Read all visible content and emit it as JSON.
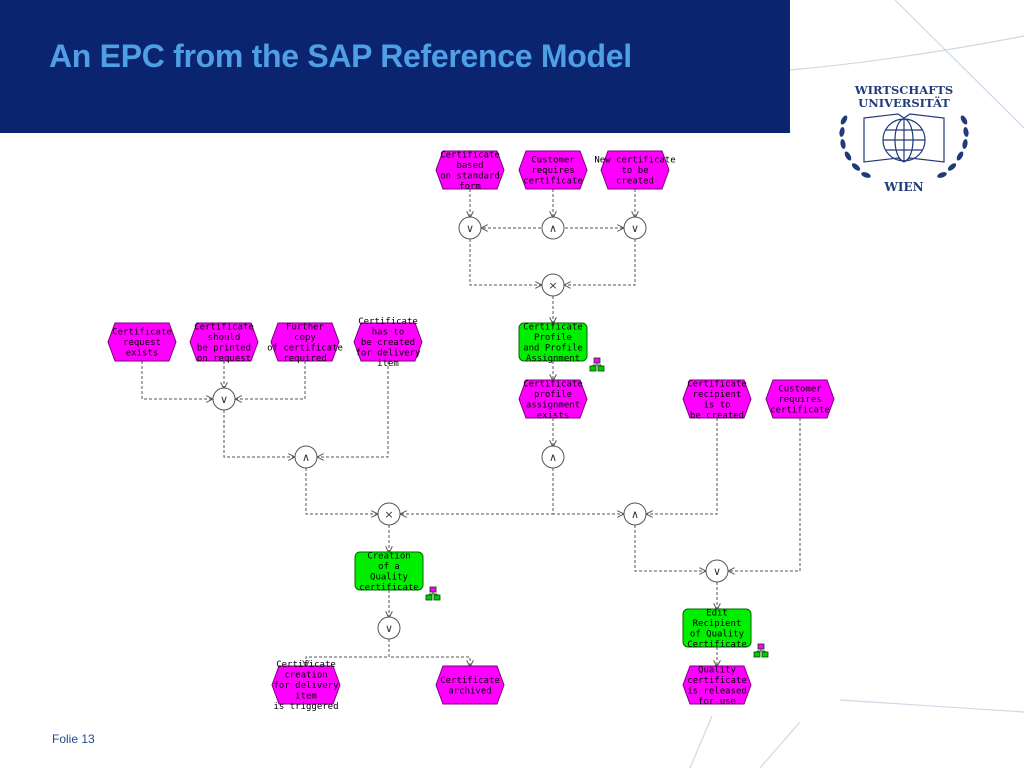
{
  "slide": {
    "title": "An EPC from the SAP Reference Model",
    "footer": "Folie 13"
  },
  "logo": {
    "line1": "WIRTSCHAFTS",
    "line2": "UNIVERSITÄT",
    "line3": "WIEN"
  },
  "colors": {
    "header_bg": "#0b2470",
    "title": "#4f9fe4",
    "event_fill": "#ff00ff",
    "function_fill": "#00ee00",
    "logo": "#213a7a"
  },
  "epc": {
    "events": [
      {
        "id": "e1",
        "lines": [
          "Certificate",
          "based",
          "on standard",
          "form"
        ]
      },
      {
        "id": "e2",
        "lines": [
          "Customer",
          "requires",
          "certificate"
        ]
      },
      {
        "id": "e3",
        "lines": [
          "New certificate",
          "to be",
          "created"
        ]
      },
      {
        "id": "e4",
        "lines": [
          "Certificate",
          "request",
          "exists"
        ]
      },
      {
        "id": "e5",
        "lines": [
          "Certificate",
          "should",
          "be printed",
          "on request"
        ]
      },
      {
        "id": "e6",
        "lines": [
          "Further",
          "copy",
          "of certificate",
          "required"
        ]
      },
      {
        "id": "e7",
        "lines": [
          "Certificate",
          "has to",
          "be created",
          "for delivery",
          "item"
        ]
      },
      {
        "id": "e8",
        "lines": [
          "Certificate",
          "profile",
          "assignment",
          "exists"
        ]
      },
      {
        "id": "e9",
        "lines": [
          "Certificate",
          "recipient",
          "is to",
          "be created"
        ]
      },
      {
        "id": "e10",
        "lines": [
          "Customer",
          "requires",
          "certificate"
        ]
      },
      {
        "id": "e11",
        "lines": [
          "Certificate",
          "creation",
          "for delivery",
          "item",
          "is triggered"
        ]
      },
      {
        "id": "e12",
        "lines": [
          "Certificate",
          "archived"
        ]
      },
      {
        "id": "e13",
        "lines": [
          "Quality",
          "certificate",
          "is released",
          "for use"
        ]
      }
    ],
    "functions": [
      {
        "id": "f1",
        "lines": [
          "Certificate",
          "Profile",
          "and Profile",
          "Assignment"
        ]
      },
      {
        "id": "f2",
        "lines": [
          "Creation",
          "of a",
          "Quality",
          "certificate"
        ]
      },
      {
        "id": "f3",
        "lines": [
          "Edit",
          "Recipient",
          "of Quality",
          "Certificate"
        ]
      }
    ],
    "connectors": [
      {
        "id": "c1",
        "type": "OR",
        "symbol": "∨"
      },
      {
        "id": "c2",
        "type": "AND",
        "symbol": "∧"
      },
      {
        "id": "c3",
        "type": "OR",
        "symbol": "∨"
      },
      {
        "id": "c4",
        "type": "XOR",
        "symbol": "×"
      },
      {
        "id": "c5",
        "type": "OR",
        "symbol": "∨"
      },
      {
        "id": "c6",
        "type": "AND",
        "symbol": "∧"
      },
      {
        "id": "c7",
        "type": "AND",
        "symbol": "∧"
      },
      {
        "id": "c8",
        "type": "XOR",
        "symbol": "×"
      },
      {
        "id": "c9",
        "type": "AND",
        "symbol": "∧"
      },
      {
        "id": "c10",
        "type": "OR",
        "symbol": "∨"
      },
      {
        "id": "c11",
        "type": "OR",
        "symbol": "∨"
      }
    ],
    "edges": [
      [
        "e1",
        "c1"
      ],
      [
        "e2",
        "c2"
      ],
      [
        "e3",
        "c3"
      ],
      [
        "c1",
        "c4"
      ],
      [
        "c2",
        "c1"
      ],
      [
        "c2",
        "c3"
      ],
      [
        "c3",
        "c4"
      ],
      [
        "c4",
        "f1"
      ],
      [
        "f1",
        "e8"
      ],
      [
        "e4",
        "c5"
      ],
      [
        "e5",
        "c5"
      ],
      [
        "e6",
        "c5"
      ],
      [
        "c5",
        "c6"
      ],
      [
        "e7",
        "c6"
      ],
      [
        "e8",
        "c7"
      ],
      [
        "c6",
        "c8"
      ],
      [
        "c7",
        "c8"
      ],
      [
        "c7",
        "c9"
      ],
      [
        "e9",
        "c9"
      ],
      [
        "c9",
        "c10"
      ],
      [
        "e10",
        "c10"
      ],
      [
        "c8",
        "f2"
      ],
      [
        "f2",
        "c11"
      ],
      [
        "c11",
        "e11"
      ],
      [
        "c11",
        "e12"
      ],
      [
        "c10",
        "f3"
      ],
      [
        "f3",
        "e13"
      ]
    ]
  }
}
